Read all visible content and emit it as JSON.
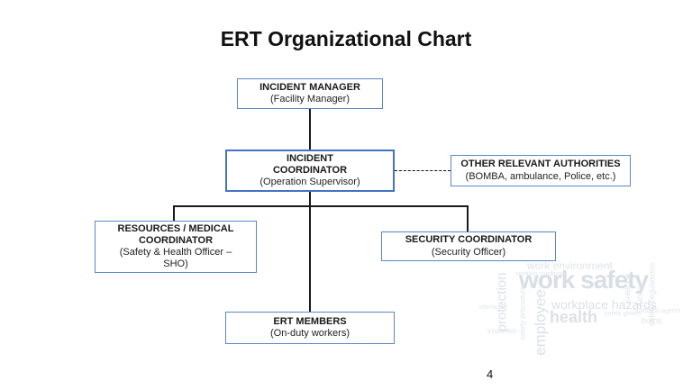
{
  "slide": {
    "title": "ERT Organizational Chart",
    "page_number": "4"
  },
  "nodes": {
    "incident_manager": {
      "title": "INCIDENT MANAGER",
      "subtitle": "(Facility Manager)"
    },
    "incident_coordinator": {
      "title": "INCIDENT COORDINATOR",
      "subtitle": "(Operation Supervisor)"
    },
    "other_authorities": {
      "title": "OTHER RELEVANT AUTHORITIES",
      "subtitle": "(BOMBA, ambulance, Police, etc.)"
    },
    "resources_medical": {
      "title": "RESOURCES / MEDICAL COORDINATOR",
      "subtitle": "(Safety & Health Officer – SHO)"
    },
    "security": {
      "title": "SECURITY COORDINATOR",
      "subtitle": "(Security Officer)"
    },
    "ert_members": {
      "title": "ERT MEMBERS",
      "subtitle": "(On-duty workers)"
    }
  },
  "connections": [
    {
      "from": "incident_manager",
      "to": "incident_coordinator",
      "style": "solid"
    },
    {
      "from": "incident_coordinator",
      "to": "other_authorities",
      "style": "dashed"
    },
    {
      "from": "incident_coordinator",
      "to": "resources_medical",
      "style": "solid"
    },
    {
      "from": "incident_coordinator",
      "to": "security",
      "style": "solid"
    },
    {
      "from": "incident_coordinator",
      "to": "ert_members",
      "style": "solid"
    }
  ],
  "colors": {
    "box_border": "#5b87c9",
    "box_border_emphasis": "#4472C4",
    "connector": "#1a1a1a",
    "watermark_text": "#dde2e9"
  },
  "watermark": {
    "words": [
      "work safety",
      "work environment",
      "workplace hazards",
      "health",
      "protection",
      "employee",
      "safety procedures",
      "accident",
      "injury",
      "safety regulations",
      "burns",
      "inspector",
      "chemicals",
      "working conditions",
      "safety gloves",
      "biological agents"
    ]
  }
}
